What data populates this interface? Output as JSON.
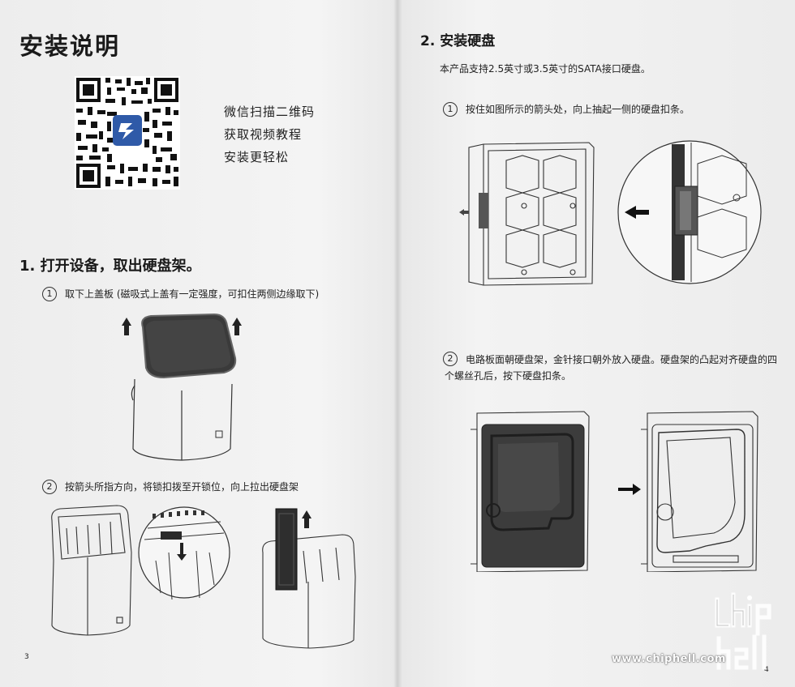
{
  "left_page": {
    "title": "安装说明",
    "qr_caption": [
      "微信扫描二维码",
      "获取视频教程",
      "安装更轻松"
    ],
    "section1_title": "1. 打开设备，取出硬盘架。",
    "step1": {
      "num": "1",
      "text": "取下上盖板 (磁吸式上盖有一定强度，可扣住两侧边缘取下)"
    },
    "step2": {
      "num": "2",
      "text": "按箭头所指方向，将锁扣拨至开锁位，向上拉出硬盘架"
    },
    "page_number": "3"
  },
  "right_page": {
    "section2_title": "2. 安装硬盘",
    "intro": "本产品支持2.5英寸或3.5英寸的SATA接口硬盘。",
    "step1": {
      "num": "1",
      "text": "按住如图所示的箭头处，向上抽起一侧的硬盘扣条。"
    },
    "step2": {
      "num": "2",
      "line1": "电路板面朝硬盘架，金针接口朝外放入硬盘。硬盘架的凸起对齐硬盘的四",
      "line2": "个螺丝孔后，按下硬盘扣条。"
    },
    "page_number": "4"
  },
  "watermark": {
    "logo": "chiphell",
    "url": "www.chiphell.com"
  },
  "colors": {
    "paper": "#f2f2f2",
    "ink": "#222222",
    "drive": "#3a3a3a",
    "qr_badge": "#2f5aa8"
  }
}
